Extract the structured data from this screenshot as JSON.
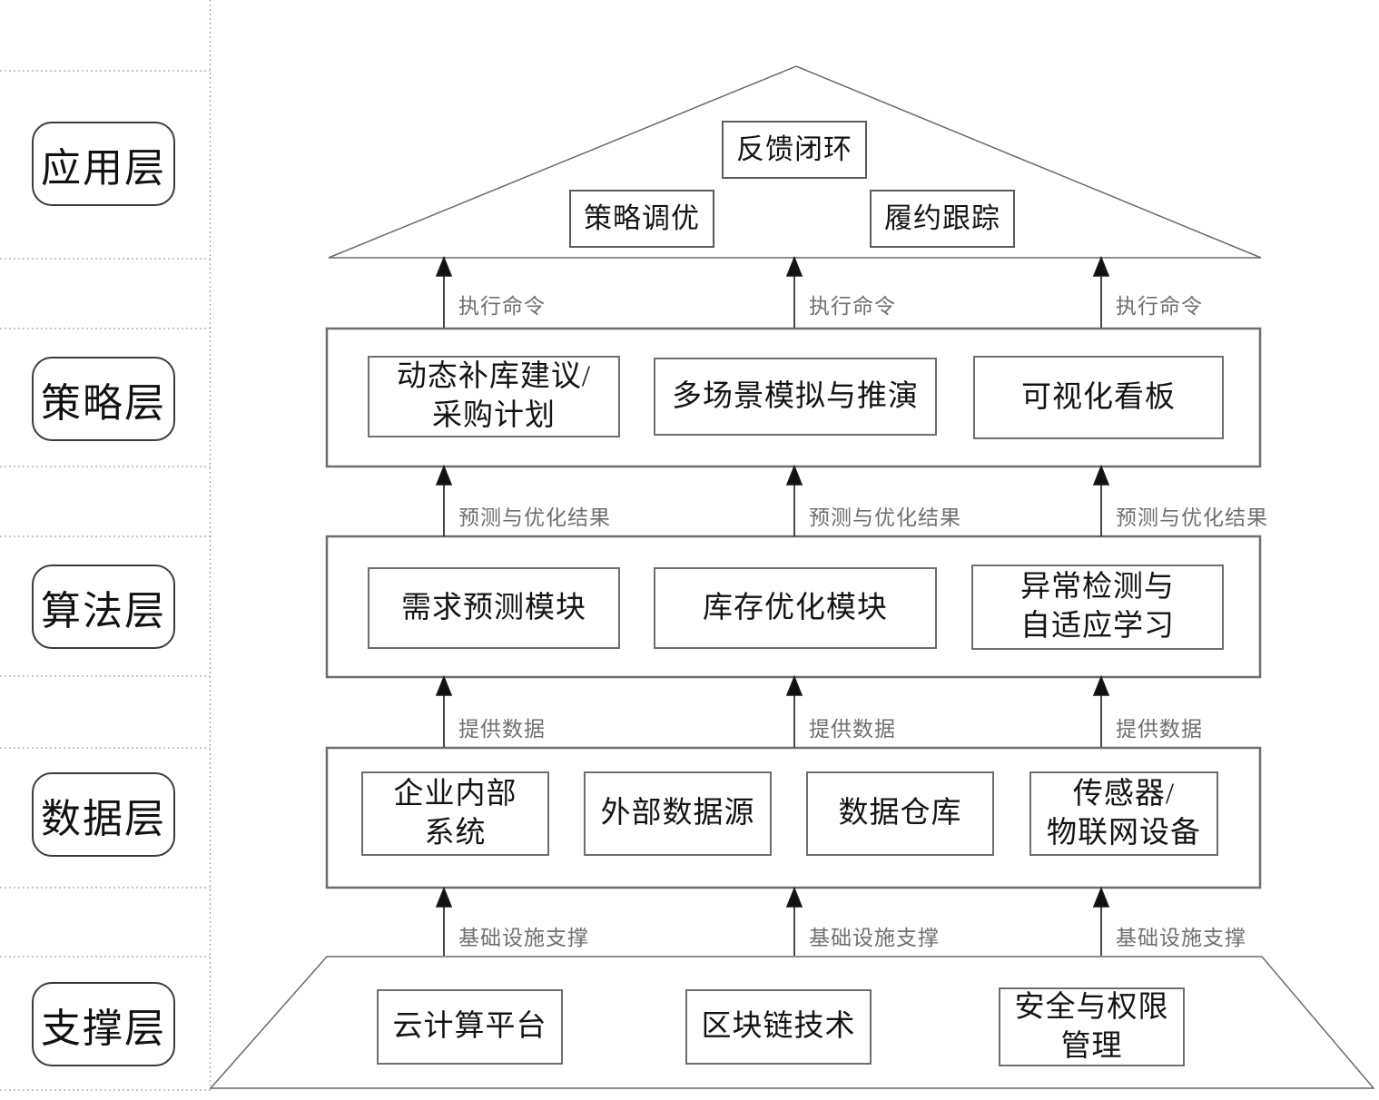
{
  "sidebar": {
    "labels": [
      {
        "label": "应用层"
      },
      {
        "label": "策略层"
      },
      {
        "label": "算法层"
      },
      {
        "label": "数据层"
      },
      {
        "label": "支撑层"
      }
    ]
  },
  "application_layer": {
    "boxes": [
      {
        "label": "反馈闭环"
      },
      {
        "label": "策略调优"
      },
      {
        "label": "履约跟踪"
      }
    ]
  },
  "strategy_layer": {
    "boxes": [
      {
        "lines": [
          "动态补库建议/",
          "采购计划"
        ]
      },
      {
        "lines": [
          "多场景模拟与推演"
        ]
      },
      {
        "lines": [
          "可视化看板"
        ]
      }
    ]
  },
  "algorithm_layer": {
    "boxes": [
      {
        "lines": [
          "需求预测模块"
        ]
      },
      {
        "lines": [
          "库存优化模块"
        ]
      },
      {
        "lines": [
          "异常检测与",
          "自适应学习"
        ]
      }
    ]
  },
  "data_layer": {
    "boxes": [
      {
        "lines": [
          "企业内部",
          "系统"
        ]
      },
      {
        "lines": [
          "外部数据源"
        ]
      },
      {
        "lines": [
          "数据仓库"
        ]
      },
      {
        "lines": [
          "传感器/",
          "物联网设备"
        ]
      }
    ]
  },
  "support_layer": {
    "boxes": [
      {
        "lines": [
          "云计算平台"
        ]
      },
      {
        "lines": [
          "区块链技术"
        ]
      },
      {
        "lines": [
          "安全与权限",
          "管理"
        ]
      }
    ]
  },
  "flow_labels": {
    "exec": "执行命令",
    "predict": "预测与优化结果",
    "data": "提供数据",
    "infra": "基础设施支撑"
  },
  "colors": {
    "box_border": "#6e6e6e",
    "shape_stroke": "#6a6a6a",
    "side_label_border": "#3c3c3c",
    "text": "#141414",
    "flow_text": "#6f6f6f",
    "arrow": "#1a1a1a",
    "dotted_line": "#8f8f8f"
  }
}
